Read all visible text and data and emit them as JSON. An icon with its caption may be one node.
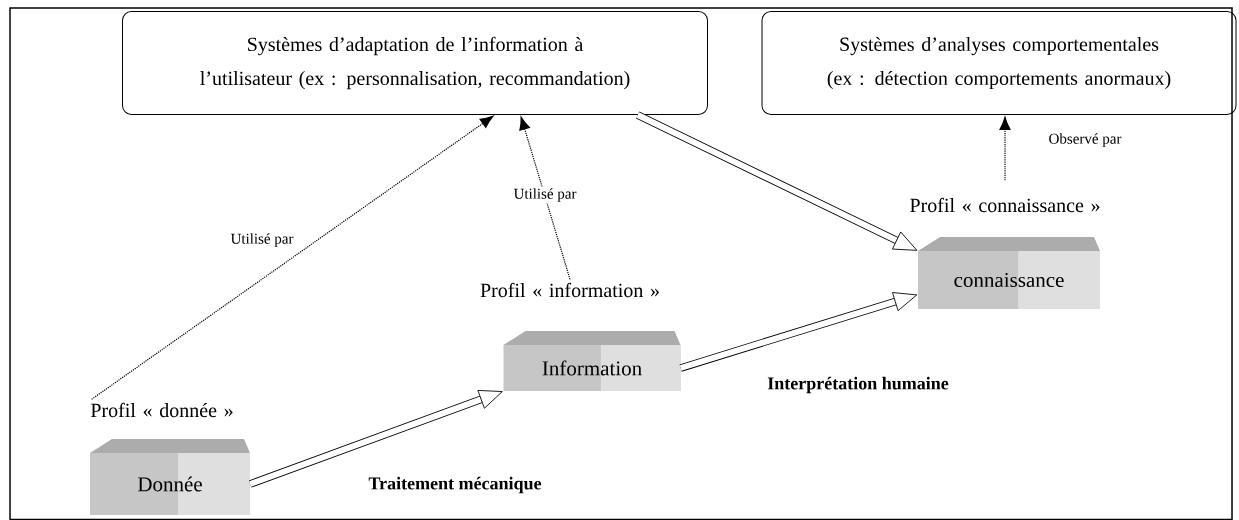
{
  "diagram": {
    "nodes": [
      {
        "text": [
          "Systèmes d’adaptation de l’information à l’utilisateur (ex : personnalisation, recommandation)"
        ]
      },
      {
        "text": [
          "Systèmes d’analyses comportementales (ex : détection comportements anormaux)"
        ]
      },
      {
        "text": [
          "Profil « donnée »"
        ]
      },
      {
        "text": [
          "Donnée"
        ]
      },
      {
        "text": [
          "Profil « information »"
        ]
      },
      {
        "text": [
          "Information"
        ]
      },
      {
        "text": [
          "Profil « connaissance »"
        ]
      },
      {
        "text": [
          "connaissance"
        ]
      }
    ],
    "edges": [
      {
        "from": 2,
        "to": 0,
        "arrow": "to",
        "style": "dashed",
        "label": "Utilisé par"
      },
      {
        "from": 4,
        "to": 0,
        "arrow": "to",
        "style": "dashed",
        "label": "Utilisé par"
      },
      {
        "from": 6,
        "to": 1,
        "arrow": "to",
        "style": "dashed",
        "label": "Observé par"
      },
      {
        "from": 0,
        "to": 7,
        "arrow": "to",
        "style": "thick"
      },
      {
        "from": 3,
        "to": 5,
        "arrow": "to",
        "style": "thick",
        "label": "Traitement mécanique"
      },
      {
        "from": 5,
        "to": 7,
        "arrow": "to",
        "style": "thick",
        "label": "Interprétation humaine"
      }
    ]
  }
}
